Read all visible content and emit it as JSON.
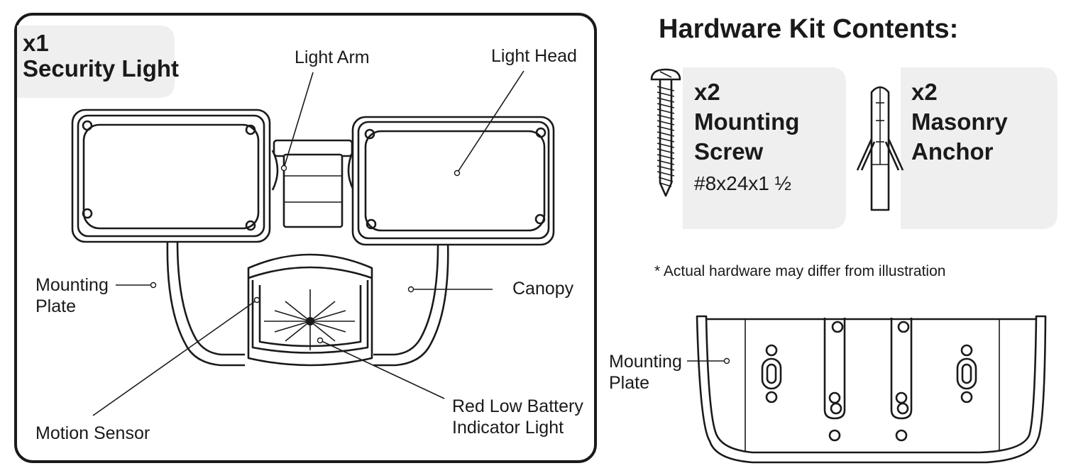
{
  "main_panel": {
    "count": "x1",
    "item": "Security Light",
    "labels": {
      "light_arm": "Light Arm",
      "light_head": "Light Head",
      "mounting_plate_1": "Mounting",
      "mounting_plate_2": "Plate",
      "canopy": "Canopy",
      "motion_sensor": "Motion Sensor",
      "battery_1": "Red Low Battery",
      "battery_2": "Indicator Light"
    }
  },
  "kit": {
    "title": "Hardware Kit Contents:",
    "screw": {
      "count": "x2",
      "name_1": "Mounting",
      "name_2": "Screw",
      "size": "#8x24x1 ½"
    },
    "anchor": {
      "count": "x2",
      "name_1": "Masonry",
      "name_2": "Anchor"
    },
    "note": "* Actual hardware may differ from illustration",
    "plate_label_1": "Mounting",
    "plate_label_2": "Plate"
  }
}
